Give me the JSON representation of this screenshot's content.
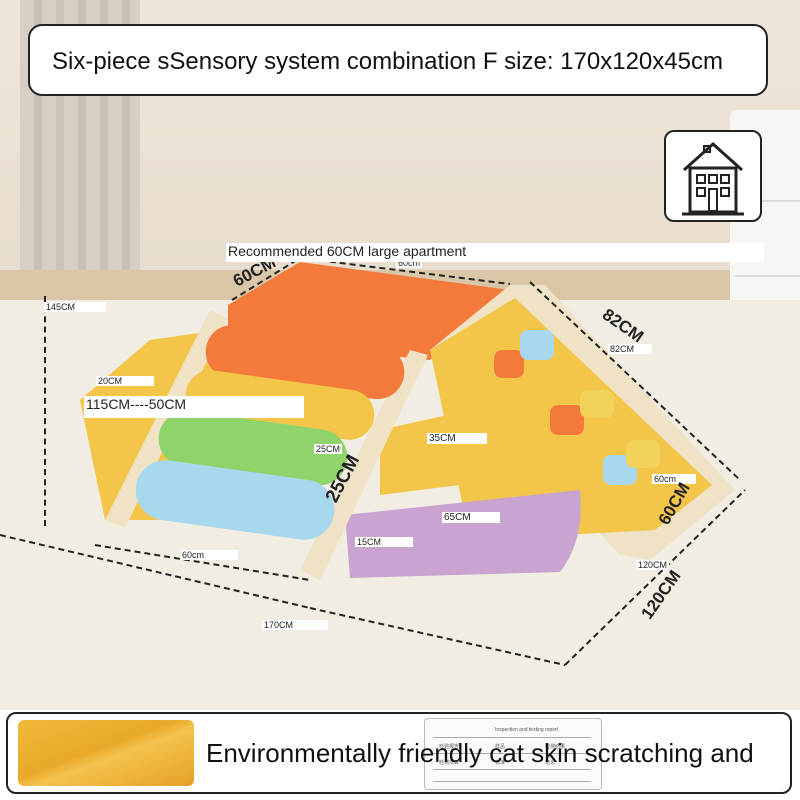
{
  "header": {
    "title": "Six-piece sSensory system combination F size: 170x120x45cm"
  },
  "icons": {
    "house": "house-icon"
  },
  "product": {
    "recommendation": "Recommended 60CM large apartment",
    "dimension_range": "115CM----50CM",
    "dimensions": {
      "left_height": "145CM",
      "top_width": "60cm",
      "top_left_big": "60CM",
      "right_length_big": "82CM",
      "right_length_small": "82CM",
      "left_step": "20CM",
      "step_mid_big": "25CM",
      "step_mid_small": "25CM",
      "quarter_top": "35CM",
      "quarter_bottom": "65CM",
      "quarter_height": "15CM",
      "slope_small": "60cm",
      "slope_big": "60CM",
      "front_depth_small": "120CM",
      "front_depth_big": "120CM",
      "front_width_small": "60cm",
      "total_width": "170CM"
    }
  },
  "colors": {
    "orange": "#f47a3c",
    "yellow": "#f3c649",
    "green": "#8fd46a",
    "blue": "#a8d8ee",
    "purple": "#c9a4d0",
    "wood": "#f0e2c4"
  },
  "footer": {
    "material_text": "Environmentally friendly cat skin scratching and",
    "document": {
      "heading": "Inspection and testing report",
      "row1": [
        "检验报告",
        "样品",
        "检测结果"
      ],
      "row2": [
        "检测项目",
        "标准",
        "结论"
      ]
    }
  }
}
